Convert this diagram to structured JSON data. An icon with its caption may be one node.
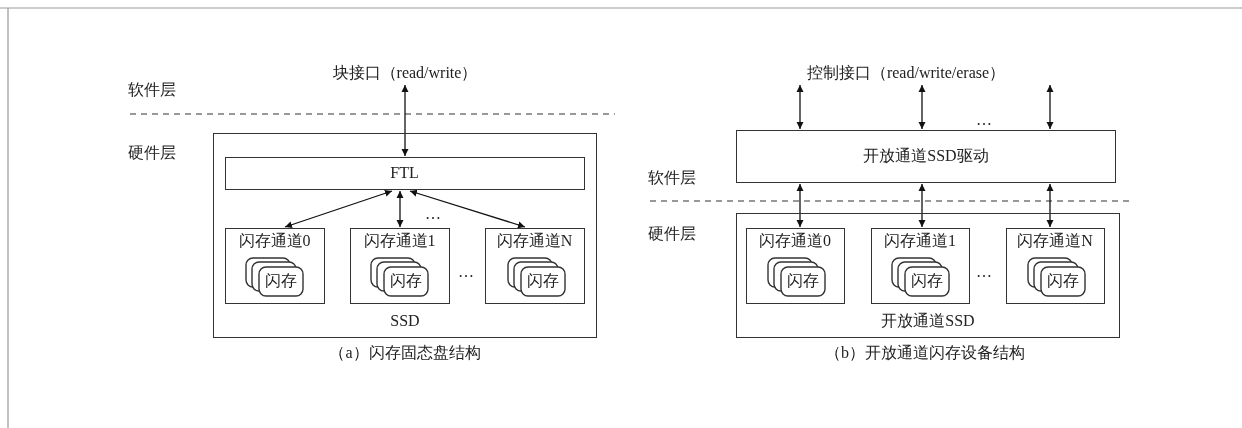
{
  "diagram": {
    "nodes": [
      {
        "text": [
          "块接口（read/write）"
        ]
      },
      {
        "text": [
          "SSD"
        ]
      },
      {
        "text": [
          "FTL"
        ],
        "in": 1
      },
      {
        "text": [
          "闪存通道0"
        ],
        "in": 1
      },
      {
        "text": [
          "闪存"
        ],
        "in": 3
      },
      {
        "text": [
          "闪存通道1"
        ],
        "in": 1
      },
      {
        "text": [
          "闪存"
        ],
        "in": 5
      },
      {
        "text": [
          "闪存通道N"
        ],
        "in": 1
      },
      {
        "text": [
          "闪存"
        ],
        "in": 7
      },
      {
        "text": [
          "控制接口（read/write/erase）"
        ]
      },
      {
        "text": [
          "开放通道SSD驱动"
        ]
      },
      {
        "text": [
          "开放通道SSD"
        ]
      },
      {
        "text": [
          "闪存通道0"
        ],
        "in": 11
      },
      {
        "text": [
          "闪存"
        ],
        "in": 12
      },
      {
        "text": [
          "闪存通道1"
        ],
        "in": 11
      },
      {
        "text": [
          "闪存"
        ],
        "in": 14
      },
      {
        "text": [
          "闪存通道N"
        ],
        "in": 11
      },
      {
        "text": [
          "闪存"
        ],
        "in": 16
      }
    ],
    "edges": [
      {
        "from": 0,
        "to": 2,
        "arrow": "both"
      },
      {
        "from": 2,
        "to": 3,
        "arrow": "both"
      },
      {
        "from": 2,
        "to": 5,
        "arrow": "both"
      },
      {
        "from": 2,
        "to": 7,
        "arrow": "both"
      },
      {
        "from": 9,
        "to": 10,
        "arrow": "both"
      },
      {
        "from": 9,
        "to": 10,
        "arrow": "both"
      },
      {
        "from": 9,
        "to": 10,
        "arrow": "both"
      },
      {
        "from": 10,
        "to": 12,
        "arrow": "both"
      },
      {
        "from": 10,
        "to": 14,
        "arrow": "both"
      },
      {
        "from": 10,
        "to": 16,
        "arrow": "both"
      }
    ],
    "labels": [
      "软件层",
      "硬件层",
      "…",
      "…",
      "软件层",
      "硬件层",
      "…",
      "…",
      "（a）闪存固态盘结构",
      "（b）开放通道闪存设备结构"
    ]
  }
}
